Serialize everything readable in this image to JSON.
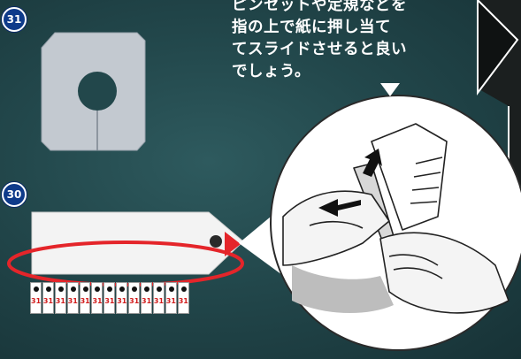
{
  "badges": {
    "top": "31",
    "bottom": "30"
  },
  "caption": {
    "line1": "ピンセットや定規などを",
    "line2": "指の上で紙に押し当て",
    "line3": "てスライドさせると良い",
    "line4": "でしょう。"
  },
  "strip": {
    "label": "31",
    "count": 13
  },
  "colors": {
    "background": "#22474b",
    "badge": "#0e3a8a",
    "arrow_red": "#e4252a",
    "caption_text": "#ffffff"
  },
  "icons": [
    "down-triangle-icon",
    "red-rotate-arrow-icon",
    "side-arrow-icon",
    "slide-arrow-icon"
  ]
}
